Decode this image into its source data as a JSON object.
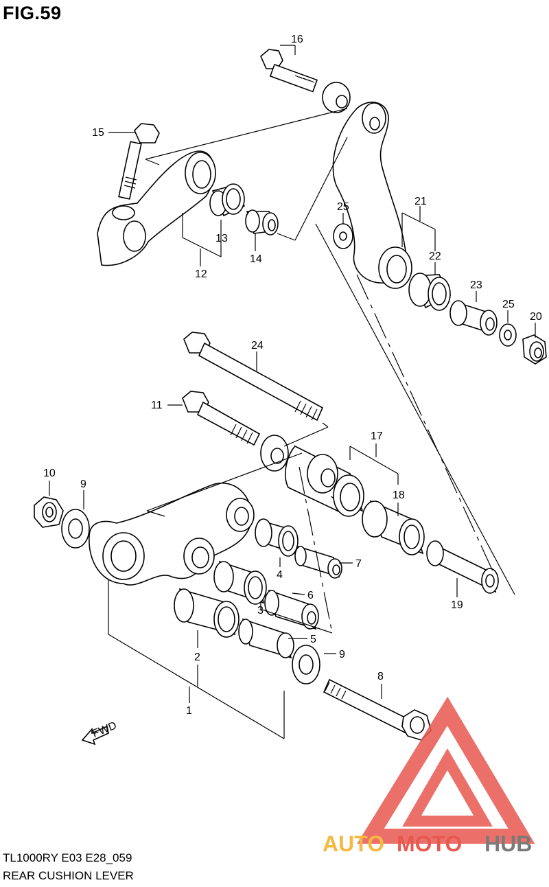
{
  "figure": {
    "title": "FIG.59"
  },
  "footer": {
    "model": "TL1000RY  E03  E28_059",
    "name": "REAR CUSHION LEVER"
  },
  "callouts": {
    "p1": "1",
    "p2": "2",
    "p3": "3",
    "p4": "4",
    "p5": "5",
    "p6": "6",
    "p7": "7",
    "p8": "8",
    "p9a": "9",
    "p9b": "9",
    "p10": "10",
    "p11": "11",
    "p12": "12",
    "p13": "13",
    "p14": "14",
    "p15": "15",
    "p16": "16",
    "p17": "17",
    "p18": "18",
    "p19": "19",
    "p20": "20",
    "p21": "21",
    "p22": "22",
    "p23": "23",
    "p24": "24",
    "p25a": "25",
    "p25b": "25"
  },
  "fwd_arrow": {
    "label": "FWD"
  },
  "watermark": {
    "part1": "AUTO",
    "part2": "MOTO",
    "part3": "HUB",
    "color1": "#f5b942",
    "color2": "#e8584f",
    "color3": "#7a7a7a",
    "logo_color": "#e8584f"
  }
}
